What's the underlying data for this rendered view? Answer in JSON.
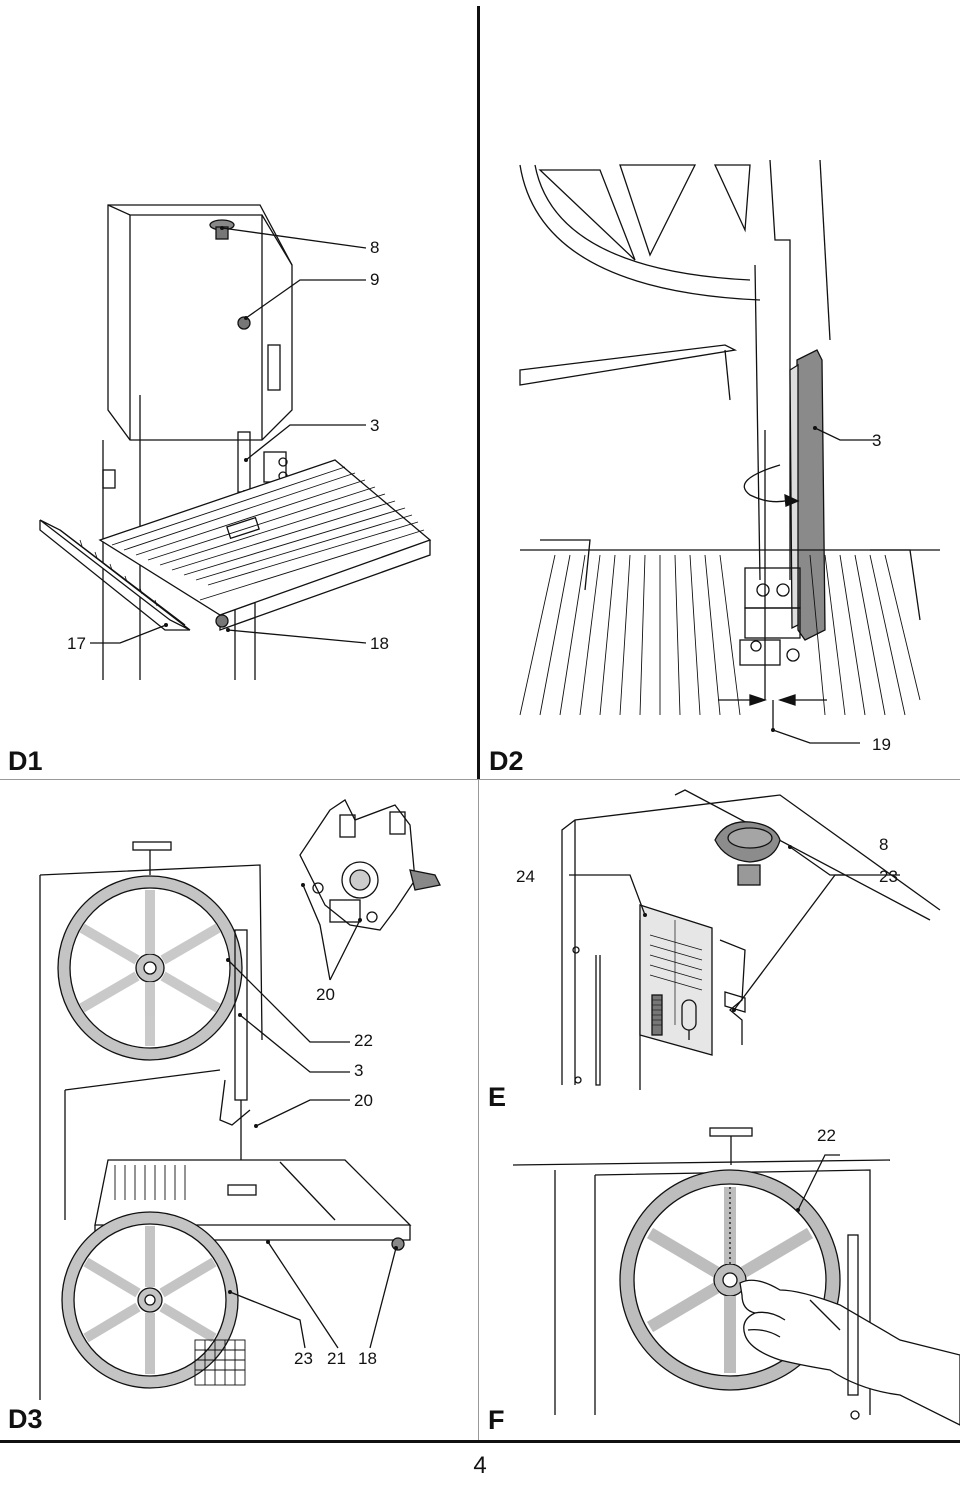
{
  "panels": {
    "d1": {
      "label": "D1",
      "callouts": [
        "8",
        "9",
        "3",
        "17",
        "18"
      ]
    },
    "d2": {
      "label": "D2",
      "callouts": [
        "3",
        "19"
      ]
    },
    "d3": {
      "label": "D3",
      "callouts": [
        "20",
        "22",
        "3",
        "20",
        "23",
        "21",
        "18"
      ]
    },
    "e": {
      "label": "E",
      "callouts": [
        "8",
        "24",
        "23"
      ]
    },
    "f": {
      "label": "F",
      "callouts": [
        "22"
      ]
    }
  },
  "page_number": "4",
  "colors": {
    "line": "#111111",
    "wheel_fill": "#bdbdbd",
    "panel_bg": "#ffffff"
  }
}
